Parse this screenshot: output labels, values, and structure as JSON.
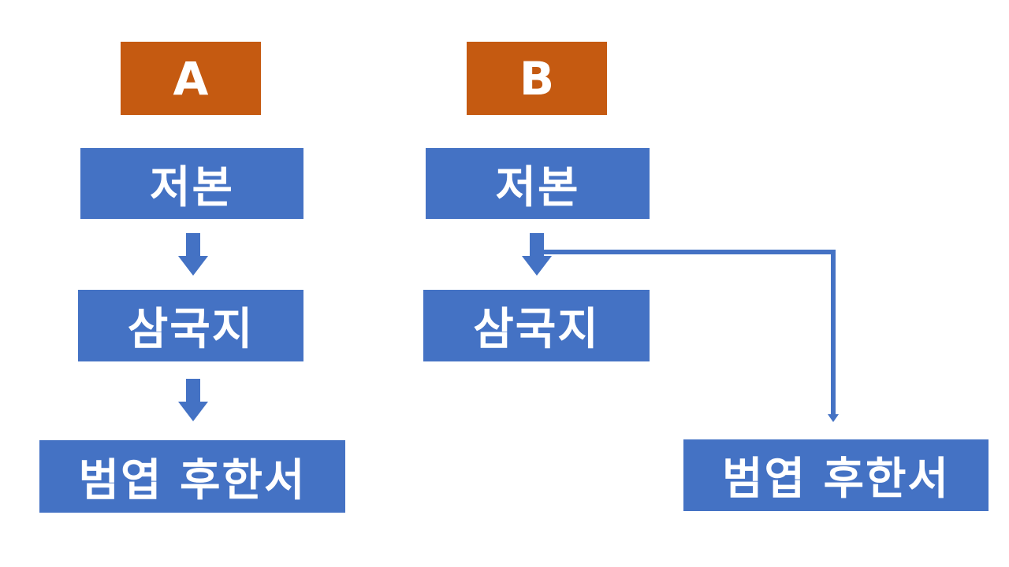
{
  "colors": {
    "header_fill": "#c55a11",
    "node_fill": "#4472c4",
    "arrow": "#4472c4",
    "text": "#ffffff",
    "background": "#ffffff"
  },
  "diagram_a": {
    "label": "A",
    "nodes": [
      "저본",
      "삼국지",
      "범엽 후한서"
    ]
  },
  "diagram_b": {
    "label": "B",
    "nodes": [
      "저본",
      "삼국지",
      "범엽 후한서"
    ]
  }
}
